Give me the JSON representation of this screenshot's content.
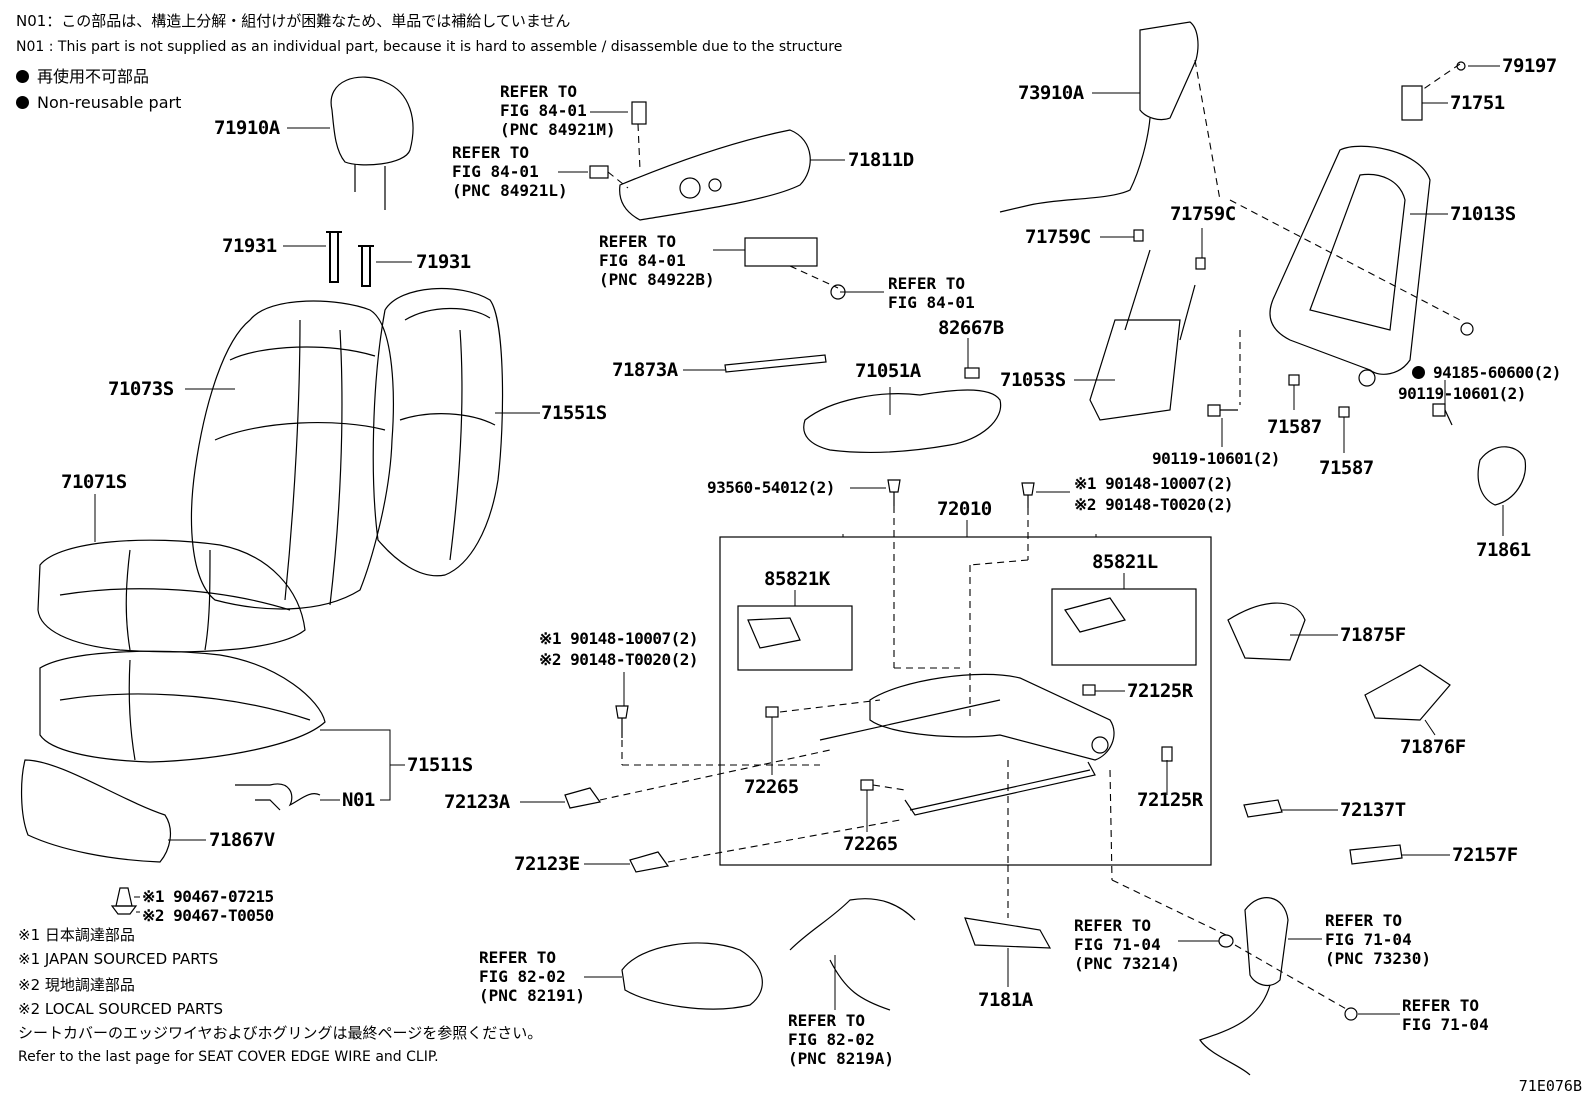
{
  "notes": {
    "n01_jp": "N01：この部品は、構造上分解・組付けが困難なため、単品では補給していません",
    "n01_en": "N01 : This part is not supplied as an individual part, because it is hard to assemble / disassemble due to the structure",
    "nonreusable_jp": "再使用不可部品",
    "nonreusable_en": "Non-reusable part"
  },
  "footer": {
    "j1_jp": "※1  日本調達部品",
    "j1_en": "※1  JAPAN SOURCED PARTS",
    "l2_jp": "※2  現地調達部品",
    "l2_en": "※2  LOCAL SOURCED PARTS",
    "edge_jp": "シートカバーのエッジワイヤおよびホグリングは最終ページを参照ください。",
    "edge_en": "Refer to the last page for SEAT COVER EDGE WIRE and CLIP.",
    "diagram_id": "71E076B"
  },
  "labels": {
    "p71910A": "71910A",
    "p71931a": "71931",
    "p71931b": "71931",
    "p71073S": "71073S",
    "p71551S": "71551S",
    "p71071S": "71071S",
    "p71511S": "71511S",
    "pN01": "N01",
    "p71867V": "71867V",
    "p90467_1": "※1 90467-07215",
    "p90467_2": "※2 90467-T0050",
    "p71811D": "71811D",
    "p71873A": "71873A",
    "p71051A": "71051A",
    "p82667B": "82667B",
    "p93560": "93560-54012(2)",
    "p90148a_1": "※1 90148-10007(2)",
    "p90148a_2": "※2 90148-T0020(2)",
    "p90148b_1": "※1 90148-10007(2)",
    "p90148b_2": "※2 90148-T0020(2)",
    "p72010": "72010",
    "p85821K": "85821K",
    "p85821L": "85821L",
    "p72125R_a": "72125R",
    "p72125R_b": "72125R",
    "p72265_a": "72265",
    "p72265_b": "72265",
    "p72123A": "72123A",
    "p72123E": "72123E",
    "p7181A": "7181A",
    "p73910A": "73910A",
    "p71759C_a": "71759C",
    "p71759C_b": "71759C",
    "p71053S": "71053S",
    "p90119a": "90119-10601(2)",
    "p90119b": "90119-10601(2)",
    "p79197": "79197",
    "p71751": "71751",
    "p71013S": "71013S",
    "p94185": "94185-60600(2)",
    "p71587a": "71587",
    "p71587b": "71587",
    "p71861": "71861",
    "p71875F": "71875F",
    "p71876F": "71876F",
    "p72137T": "72137T",
    "p72157F": "72157F"
  },
  "refs": {
    "r84921M": [
      "REFER TO",
      "FIG 84-01",
      "(PNC 84921M)"
    ],
    "r84921L": [
      "REFER TO",
      "FIG 84-01",
      "(PNC 84921L)"
    ],
    "r84922B": [
      "REFER TO",
      "FIG 84-01",
      "(PNC 84922B)"
    ],
    "r8401": [
      "REFER TO",
      "FIG 84-01"
    ],
    "r82191": [
      "REFER TO",
      "FIG 82-02",
      "(PNC 82191)"
    ],
    "r8219A": [
      "REFER TO",
      "FIG 82-02",
      "(PNC 8219A)"
    ],
    "r73214": [
      "REFER TO",
      "FIG 71-04",
      "(PNC 73214)"
    ],
    "r73230": [
      "REFER TO",
      "FIG 71-04",
      "(PNC 73230)"
    ],
    "r7104": [
      "REFER TO",
      "FIG 71-04"
    ]
  }
}
